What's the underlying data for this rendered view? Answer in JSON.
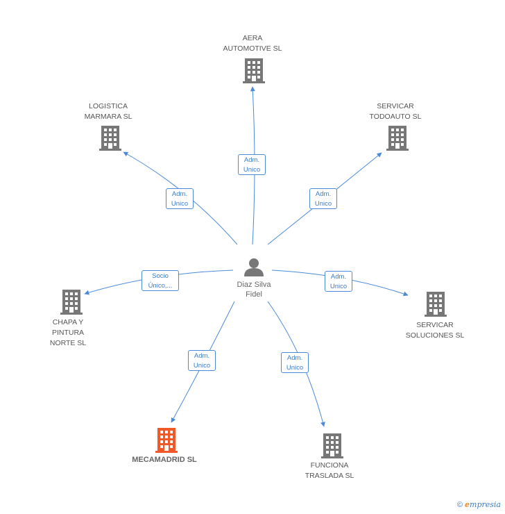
{
  "person": {
    "name": "Diaz Silva\nFidel",
    "icon": "person-icon"
  },
  "companies": {
    "aera": {
      "name": "AERA\nAUTOMOTIVE SL",
      "icon": "building-icon"
    },
    "logistica": {
      "name": "LOGISTICA\nMARMARA SL",
      "icon": "building-icon"
    },
    "servicar_todoauto": {
      "name": "SERVICAR\nTODOAUTO SL",
      "icon": "building-icon"
    },
    "chapa": {
      "name": "CHAPA Y\nPINTURA\nNORTE SL",
      "icon": "building-icon"
    },
    "servicar_soluciones": {
      "name": "SERVICAR\nSOLUCIONES SL",
      "icon": "building-icon"
    },
    "mecamadrid": {
      "name": "MECAMADRID SL",
      "icon": "building-icon",
      "color": "#f05a28"
    },
    "funciona": {
      "name": "FUNCIONA\nTRASLADA SL",
      "icon": "building-icon"
    }
  },
  "relations": {
    "aera": "Adm.\nUnico",
    "logistica": "Adm.\nUnico",
    "servicar_todoauto": "Adm.\nUnico",
    "chapa": "Socio\nÚnico,...",
    "servicar_soluciones": "Adm.\nUnico",
    "mecamadrid": "Adm.\nUnico",
    "funciona": "Adm.\nUnico"
  },
  "colors": {
    "edge": "#4a8ad8",
    "building": "#777777",
    "highlight": "#f05a28"
  },
  "footer": {
    "copyright": "©",
    "brand_initial": "e",
    "brand_rest": "mpresia"
  }
}
